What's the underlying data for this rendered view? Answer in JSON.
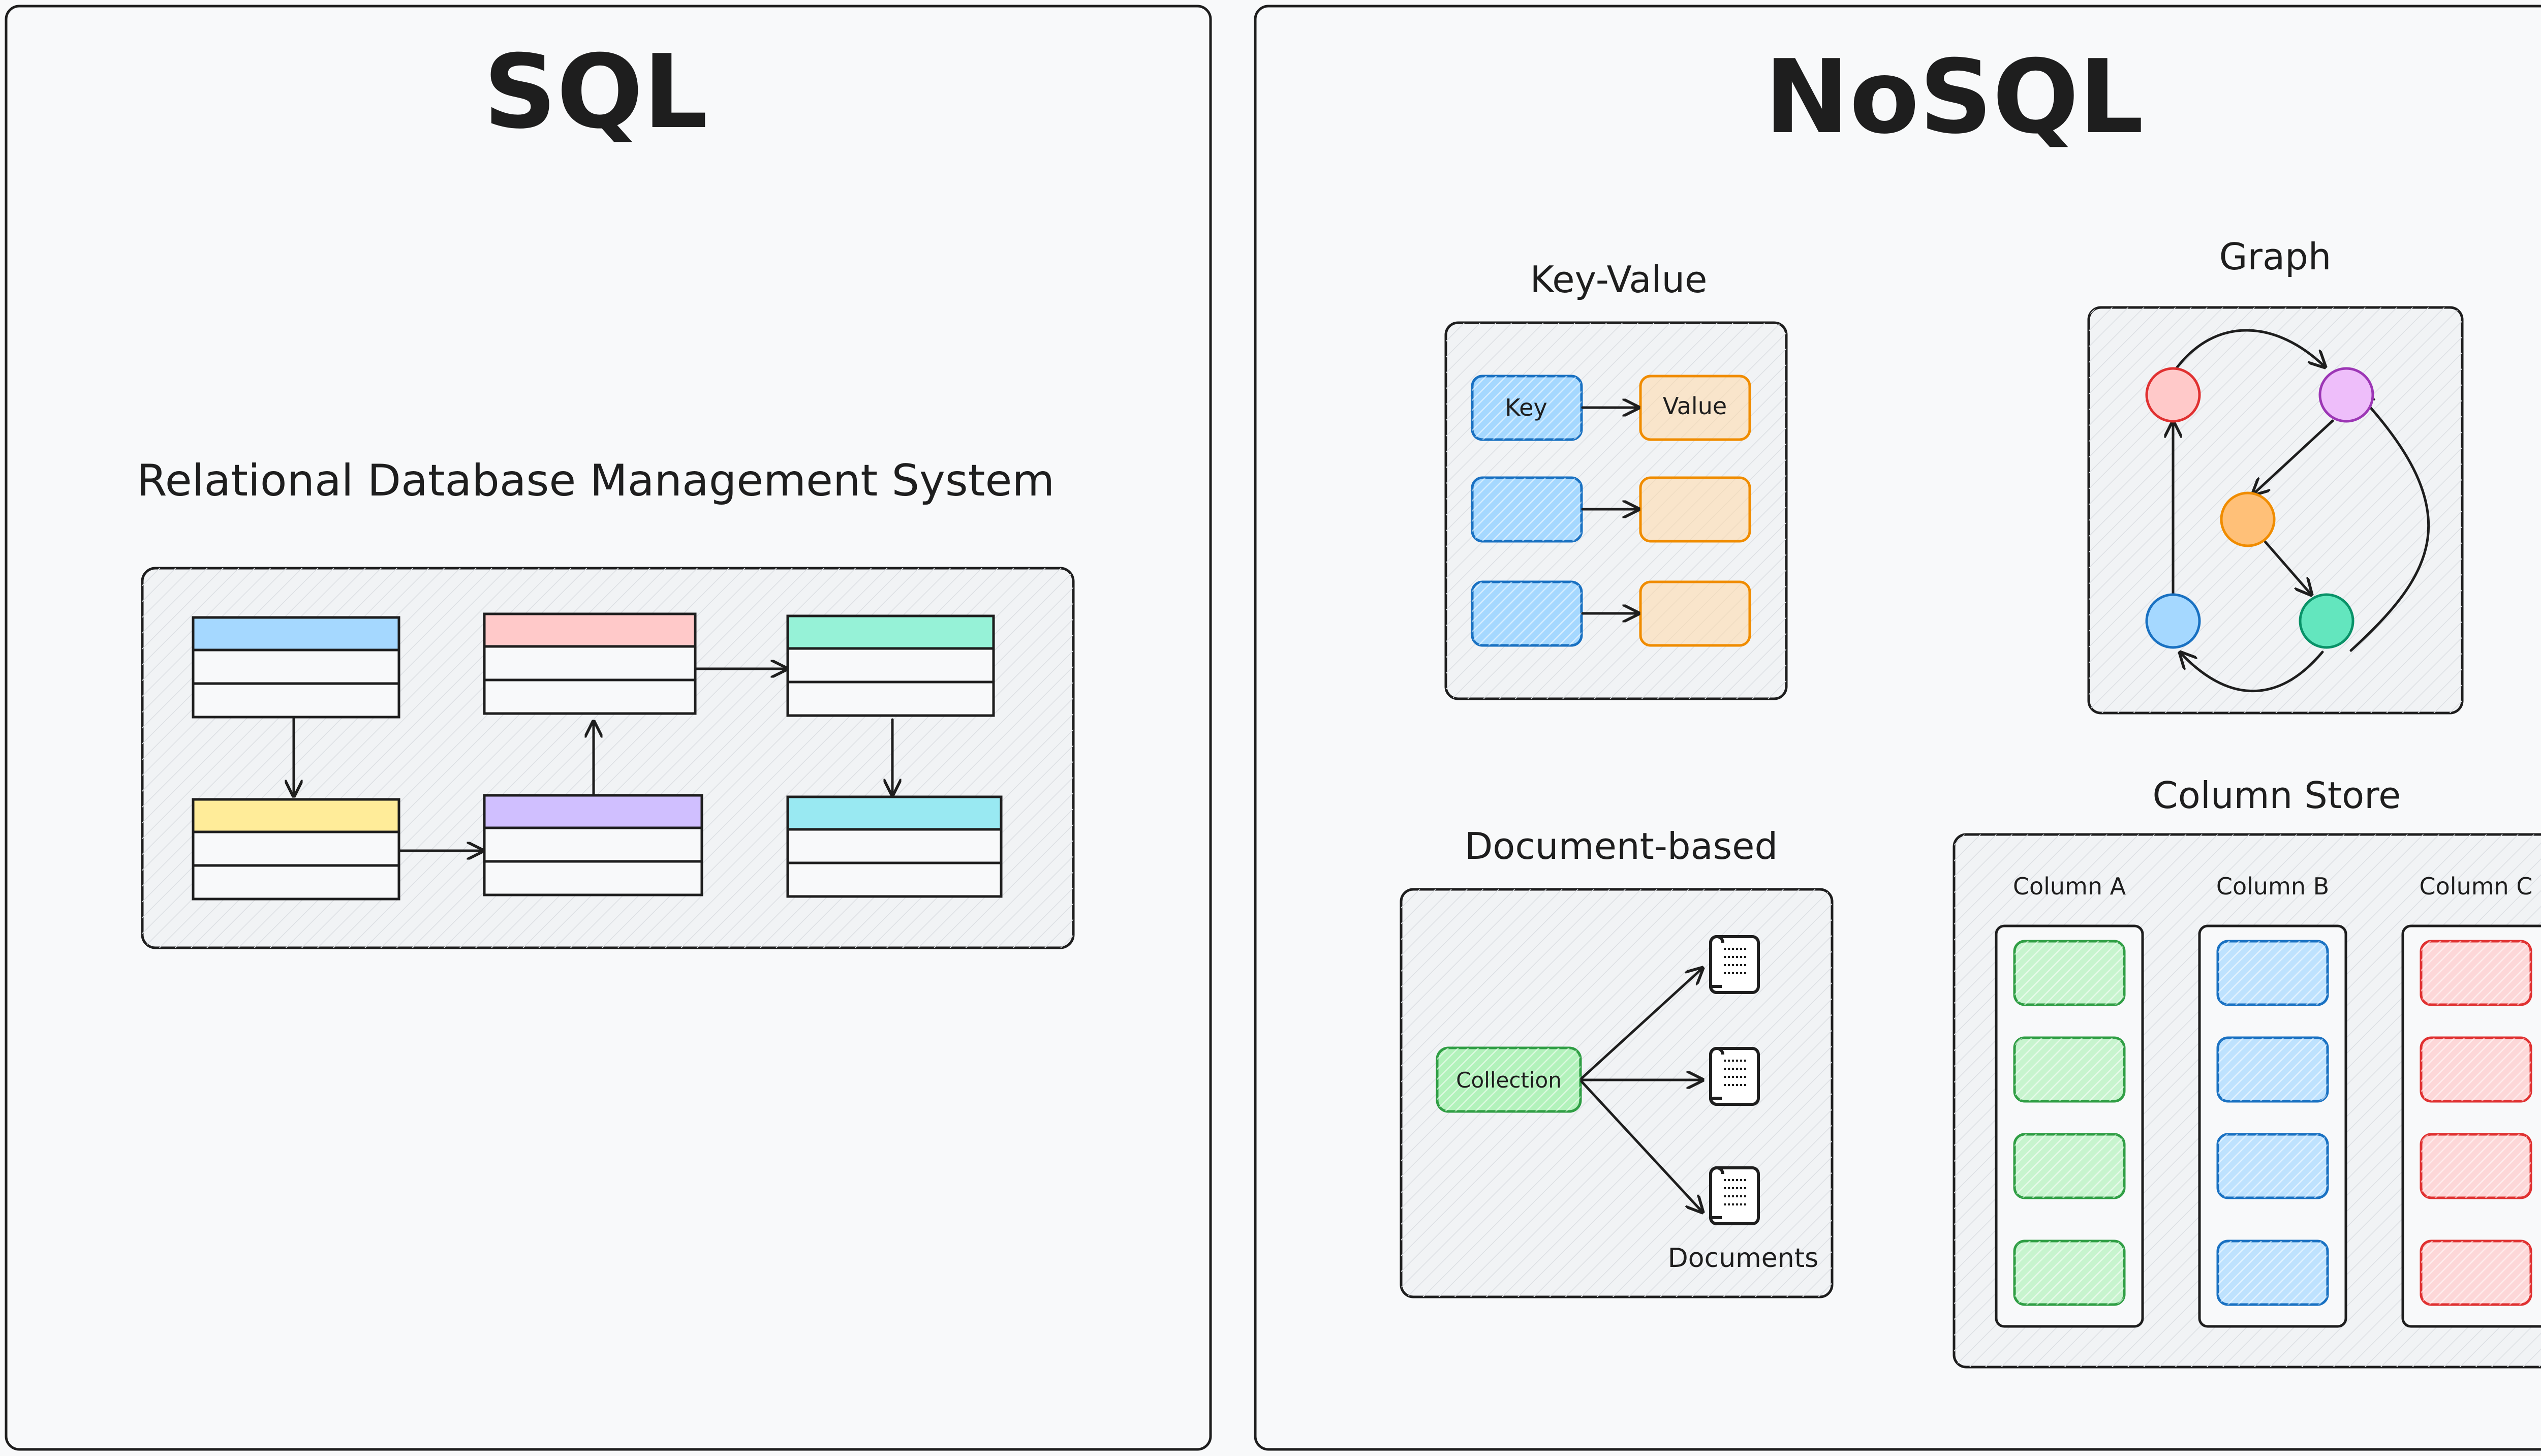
{
  "colors": {
    "background": "#f8f9fa",
    "ink": "#1e1e1e",
    "panel_fill": "#f1f3f5",
    "hatch": "#dcdfe3",
    "table_headers": [
      "#a5d8ff",
      "#ffc9c9",
      "#96f2d7",
      "#ffec99",
      "#d0bfff",
      "#99e9f2"
    ],
    "kv_key_stroke": "#1971c2",
    "kv_key_fill": "#a5d8ff",
    "kv_value_stroke": "#f08c00",
    "kv_value_fill": "#ffd8a8",
    "graph_nodes": [
      "#ffc9c9",
      "#eebefa",
      "#ffc078",
      "#a5d8ff",
      "#63e6be"
    ],
    "graph_node_strokes": [
      "#e03131",
      "#9c36b5",
      "#f08c00",
      "#1971c2",
      "#099268"
    ],
    "collection_stroke": "#2f9e44",
    "collection_fill": "#b2f2bb",
    "column_colors": [
      {
        "stroke": "#2f9e44",
        "fill": "#b2f2bb"
      },
      {
        "stroke": "#1971c2",
        "fill": "#a5d8ff"
      },
      {
        "stroke": "#e03131",
        "fill": "#ffc9c9"
      }
    ]
  },
  "sql": {
    "title": "SQL",
    "subtitle": "Relational Database Management System"
  },
  "nosql": {
    "title": "NoSQL",
    "key_value": {
      "title": "Key-Value",
      "key_label": "Key",
      "value_label": "Value"
    },
    "graph": {
      "title": "Graph"
    },
    "document": {
      "title": "Document-based",
      "collection_label": "Collection",
      "documents_label": "Documents",
      "document_icon": "scroll-document-icon"
    },
    "column_store": {
      "title": "Column Store",
      "columns": [
        "Column A",
        "Column B",
        "Column C"
      ]
    }
  }
}
